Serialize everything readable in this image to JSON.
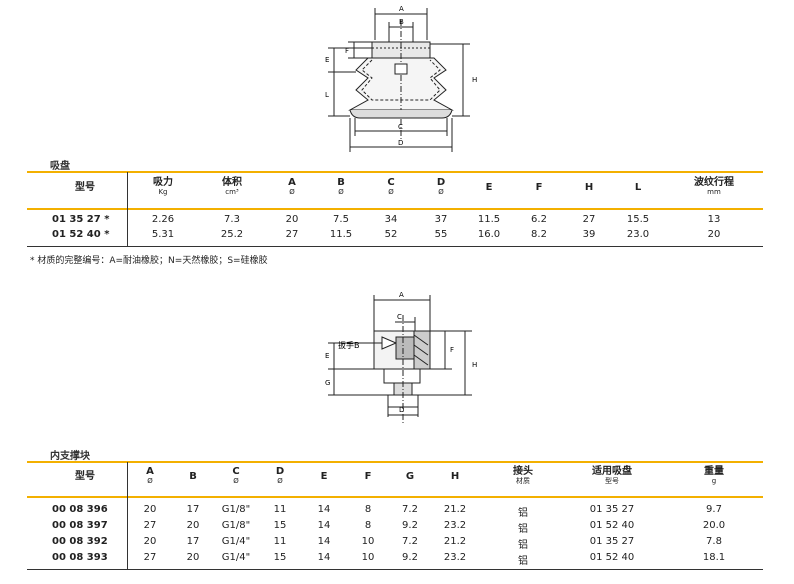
{
  "drawing1": {
    "labels": {
      "A": "A",
      "B": "B",
      "C": "C",
      "D": "D",
      "E": "E",
      "F": "F",
      "H": "H",
      "L": "L"
    }
  },
  "table1": {
    "title": "吸盘",
    "headers": [
      {
        "main": "型号",
        "sub": ""
      },
      {
        "main": "吸力",
        "sub": "Kg"
      },
      {
        "main": "体积",
        "sub": "cm³"
      },
      {
        "main": "A",
        "sub": "Ø"
      },
      {
        "main": "B",
        "sub": "Ø"
      },
      {
        "main": "C",
        "sub": "Ø"
      },
      {
        "main": "D",
        "sub": "Ø"
      },
      {
        "main": "E",
        "sub": ""
      },
      {
        "main": "F",
        "sub": ""
      },
      {
        "main": "H",
        "sub": ""
      },
      {
        "main": "L",
        "sub": ""
      },
      {
        "main": "波纹行程",
        "sub": "mm"
      }
    ],
    "rows": [
      [
        "01 35 27 *",
        "2.26",
        "7.3",
        "20",
        "7.5",
        "34",
        "37",
        "11.5",
        "6.2",
        "27",
        "15.5",
        "13"
      ],
      [
        "01 52 40 *",
        "5.31",
        "25.2",
        "27",
        "11.5",
        "52",
        "55",
        "16.0",
        "8.2",
        "39",
        "23.0",
        "20"
      ]
    ],
    "note": "* 材质的完整编号：A=耐油橡胶；N=天然橡胶；S=硅橡胶"
  },
  "drawing2": {
    "labels": {
      "A": "A",
      "C": "C",
      "D": "D",
      "E": "E",
      "F": "F",
      "G": "G",
      "H": "H",
      "wrench": "扳手B"
    }
  },
  "table2": {
    "title": "内支撑块",
    "headers": [
      {
        "main": "型号",
        "sub": ""
      },
      {
        "main": "A",
        "sub": "Ø"
      },
      {
        "main": "B",
        "sub": ""
      },
      {
        "main": "C",
        "sub": "Ø"
      },
      {
        "main": "D",
        "sub": "Ø"
      },
      {
        "main": "E",
        "sub": ""
      },
      {
        "main": "F",
        "sub": ""
      },
      {
        "main": "G",
        "sub": ""
      },
      {
        "main": "H",
        "sub": ""
      },
      {
        "main": "接头",
        "sub": "材质"
      },
      {
        "main": "适用吸盘",
        "sub": "型号"
      },
      {
        "main": "重量",
        "sub": "g"
      }
    ],
    "rows": [
      [
        "00 08 396",
        "20",
        "17",
        "G1/8\"",
        "11",
        "14",
        "8",
        "7.2",
        "21.2",
        "铝",
        "01 35 27",
        "9.7"
      ],
      [
        "00 08 397",
        "27",
        "20",
        "G1/8\"",
        "15",
        "14",
        "8",
        "9.2",
        "23.2",
        "铝",
        "01 52 40",
        "20.0"
      ],
      [
        "00 08 392",
        "20",
        "17",
        "G1/4\"",
        "11",
        "14",
        "10",
        "7.2",
        "21.2",
        "铝",
        "01 35 27",
        "7.8"
      ],
      [
        "00 08 393",
        "27",
        "20",
        "G1/4\"",
        "15",
        "14",
        "10",
        "9.2",
        "23.2",
        "铝",
        "01 52 40",
        "18.1"
      ]
    ]
  }
}
